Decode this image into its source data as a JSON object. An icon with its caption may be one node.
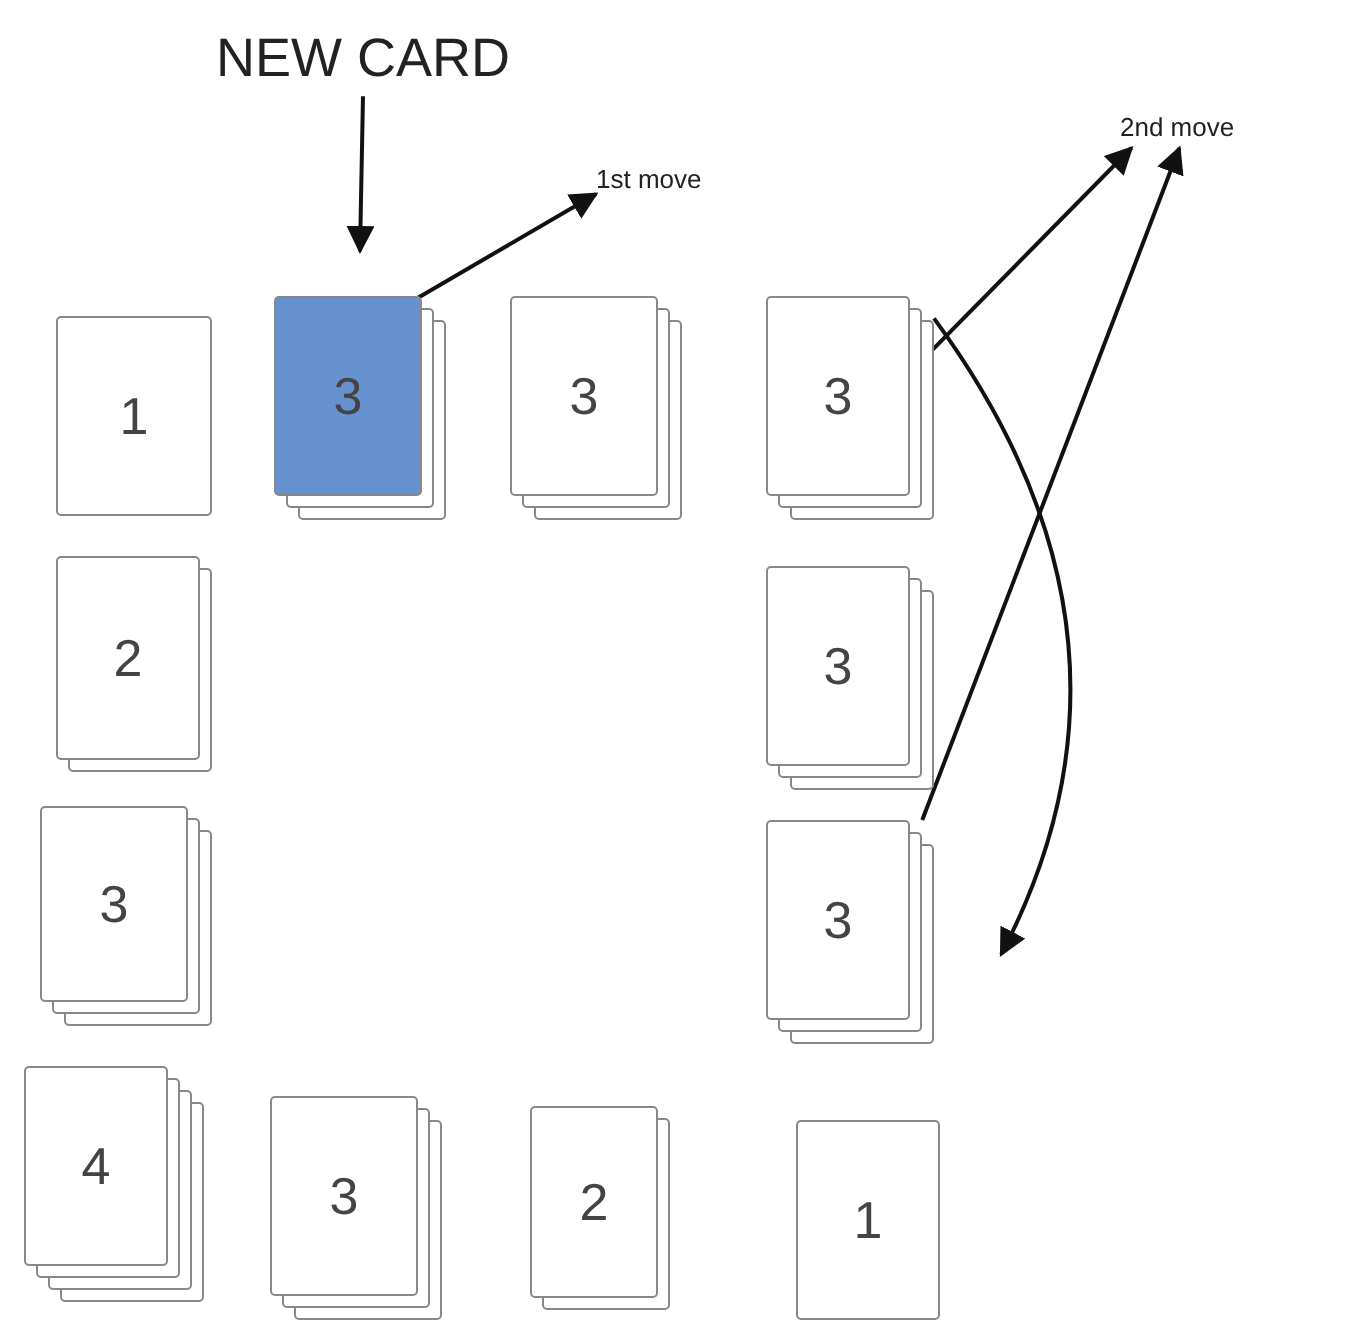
{
  "diagram": {
    "nodes": [
      {
        "text": [
          "NEW CARD"
        ]
      },
      {
        "text": [
          "1st move"
        ]
      },
      {
        "text": [
          "2nd move"
        ]
      },
      {
        "text": [
          "1"
        ]
      },
      {
        "text": [
          "3"
        ]
      },
      {
        "text": [
          "3"
        ]
      },
      {
        "text": [
          "3"
        ]
      },
      {
        "text": [
          "2"
        ]
      },
      {
        "text": [
          "3"
        ]
      },
      {
        "text": [
          "3"
        ]
      },
      {
        "text": [
          "3"
        ]
      },
      {
        "text": [
          "4"
        ]
      },
      {
        "text": [
          "3"
        ]
      },
      {
        "text": [
          "2"
        ]
      },
      {
        "text": [
          "1"
        ]
      }
    ],
    "edges": [
      {
        "from": 0,
        "to": 4,
        "arrow": "to"
      },
      {
        "from": 4,
        "to": 1,
        "arrow": "to"
      },
      {
        "from": 6,
        "to": 2,
        "arrow": "to"
      },
      {
        "from": 10,
        "to": 2,
        "arrow": "to"
      },
      {
        "from": 6,
        "to": 10,
        "arrow": "to"
      }
    ]
  }
}
